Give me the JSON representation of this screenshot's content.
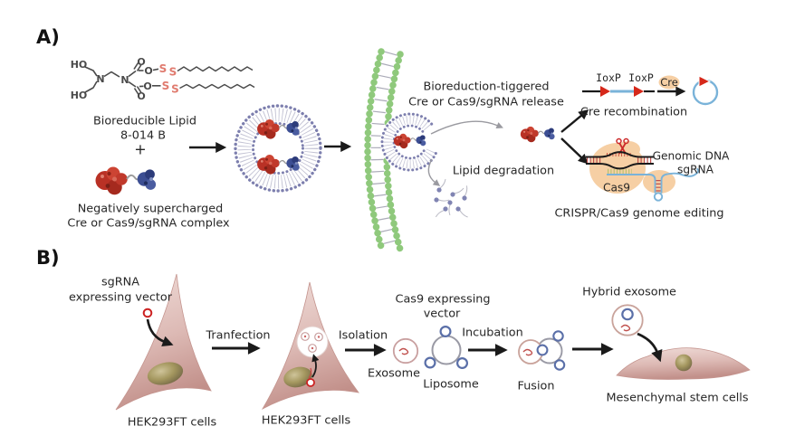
{
  "figure": {
    "panel_a": {
      "label": "A)",
      "chem": {
        "ho_top": "HO",
        "ho_bottom": "HO",
        "n1": "N",
        "n2": "N",
        "o_carbonyl_top": "O",
        "o_ester_top": "O",
        "o_ester_bottom": "O",
        "o_carbonyl_bottom": "O",
        "s_top_1": "S",
        "s_top_2": "S",
        "s_bottom_1": "S",
        "s_bottom_2": "S"
      },
      "lipid_name_1": "Bioreducible Lipid",
      "lipid_name_2": "8-014 B",
      "plus": "+",
      "complex_1": "Negatively supercharged",
      "complex_2": "Cre or Cas9/sgRNA complex",
      "release_1": "Bioreduction-tiggered",
      "release_2": "Cre or Cas9/sgRNA release",
      "lipid_degradation": "Lipid degradation",
      "cre_recombination": "Cre recombination",
      "loxp_left": "IoxP",
      "loxp_right": "IoxP",
      "cre": "Cre",
      "genomic_dna": "Genomic DNA",
      "sgrna": "sgRNA",
      "cas9": "Cas9",
      "crispr": "CRISPR/Cas9 genome editing"
    },
    "panel_b": {
      "label": "B)",
      "sgrna_vector_1": "sgRNA",
      "sgrna_vector_2": "expressing vector",
      "transfection": "Tranfection",
      "hek_cells_1": "HEK293FT cells",
      "hek_cells_2": "HEK293FT cells",
      "isolation": "Isolation",
      "exosome": "Exosome",
      "cas9_vector_1": "Cas9 expressing",
      "cas9_vector_2": "vector",
      "liposome": "Liposome",
      "incubation": "Incubation",
      "fusion": "Fusion",
      "hybrid_exosome": "Hybrid exosome",
      "msc": "Mesenchymal stem cells"
    },
    "colors": {
      "cell_pink": "#ddbab5",
      "nucleus_olive": "#8a7b55",
      "membrane_green": "#8fc97c",
      "lipid_purple": "#7d7fae",
      "protein_red": "#b93125",
      "protein_blue": "#3c4e93",
      "cas9_peach": "#f6cfa4",
      "plasmid_blue": "#7ab3d9",
      "triangle_red": "#d6281a",
      "disulfide_salmon": "#e07b6f",
      "arrow_black": "#1a1a1a",
      "arrow_gray": "#9a9aa0"
    }
  }
}
